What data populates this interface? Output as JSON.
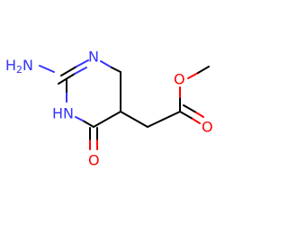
{
  "molecule": {
    "atoms": {
      "amine_h2n": {
        "main": "H",
        "sub": "2",
        "tail": "N",
        "color": "#3333ff"
      },
      "ring_n_imine": {
        "text": "N",
        "color": "#3333ff"
      },
      "ring_nh": {
        "text": "HN",
        "color": "#3333ff"
      },
      "ketone_o": {
        "text": "O",
        "color": "#ff0000"
      },
      "ester_o_single": {
        "text": "O",
        "color": "#ff0000"
      },
      "ester_o_double": {
        "text": "O",
        "color": "#ff0000"
      }
    }
  }
}
